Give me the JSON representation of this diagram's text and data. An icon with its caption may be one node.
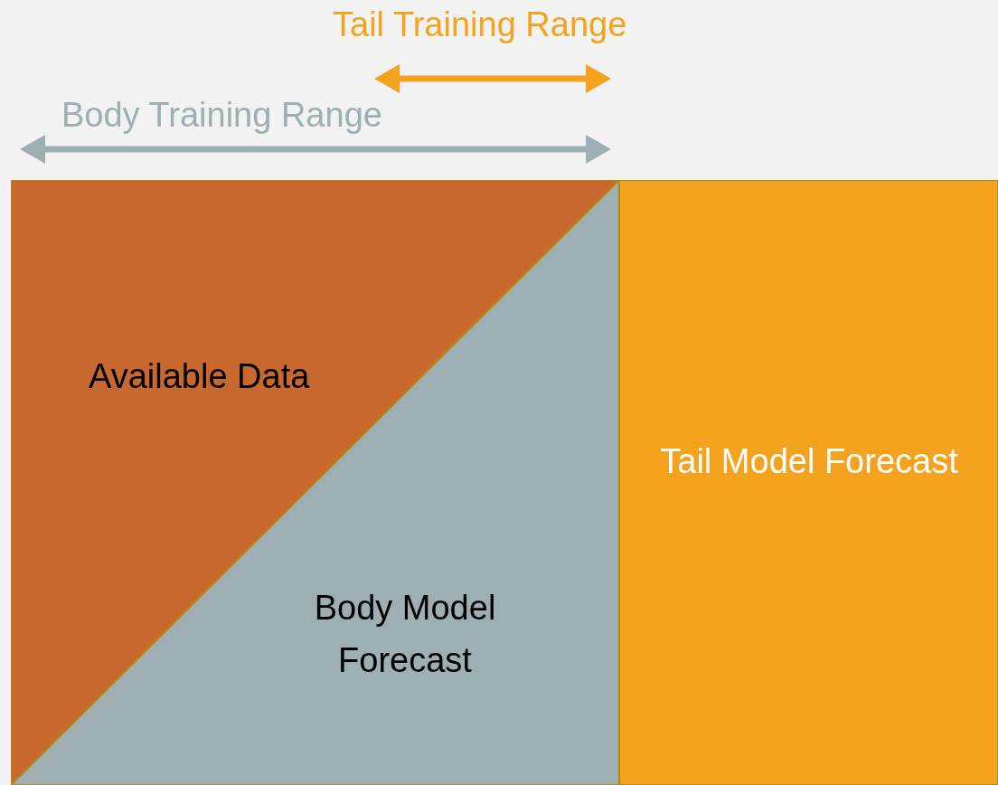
{
  "diagram": {
    "nodes": [
      {
        "text": [
          "Available Data"
        ]
      },
      {
        "text": [
          "Body Model Forecast"
        ]
      },
      {
        "text": [
          "Tail Model Forecast"
        ]
      }
    ],
    "labels": [
      "Tail Training Range",
      "Body Training Range"
    ]
  }
}
